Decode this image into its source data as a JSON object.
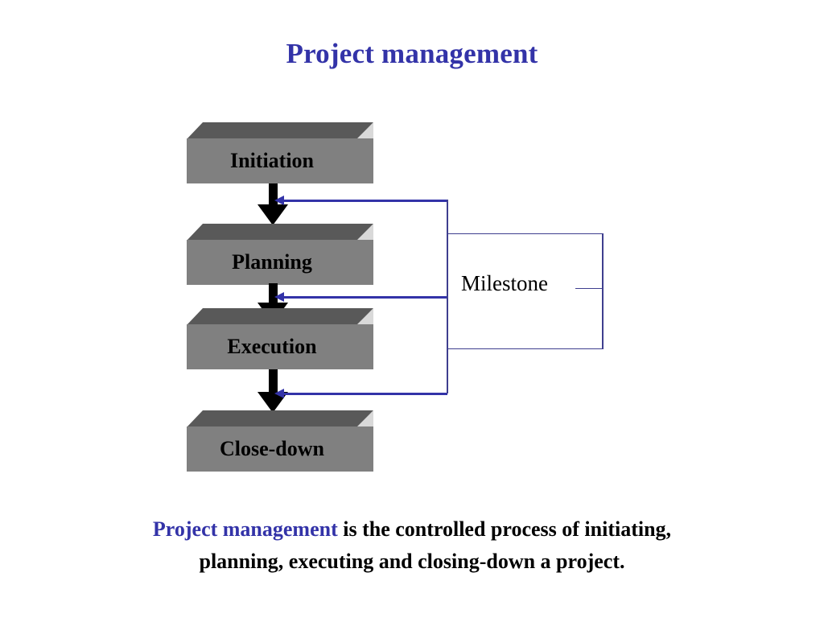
{
  "slide": {
    "title": "Project management",
    "background": "#ffffff"
  },
  "colors": {
    "accent_blue": "#3333a8",
    "connector_blue": "#3f3f8f",
    "block_front": "#808080",
    "block_top": "#595959",
    "block_side": "#d9d9d9",
    "arrow_black": "#000000",
    "text_black": "#000000"
  },
  "diagram": {
    "blocks": [
      {
        "label": "Initiation"
      },
      {
        "label": "Planning"
      },
      {
        "label": "Execution"
      },
      {
        "label": "Close-down"
      }
    ],
    "milestone_label": "Milestone",
    "arrow_count": 3
  },
  "caption": {
    "highlight": "Project management",
    "line1_rest": " is the controlled  process of  initiating,",
    "line2": "planning, executing and closing-down a project."
  }
}
